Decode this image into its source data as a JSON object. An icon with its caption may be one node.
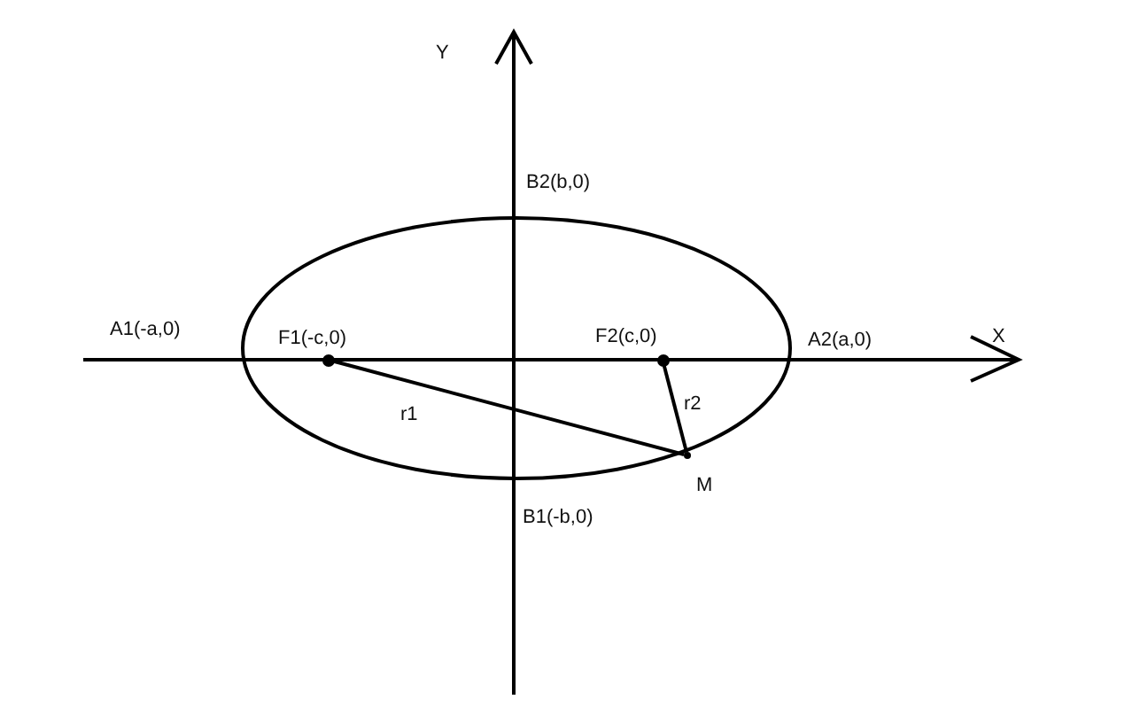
{
  "diagram": {
    "nodes": [
      {
        "text": [],
        "shape": "circle",
        "beside": [
          "F1(-c,0)"
        ]
      },
      {
        "text": [],
        "shape": "circle",
        "beside": [
          "F2(c,0)"
        ]
      },
      {
        "text": [],
        "shape": "circle",
        "beside": [
          "M"
        ]
      }
    ],
    "edges": [
      {
        "from": 0,
        "to": 2,
        "arrow": "none",
        "label": "r1"
      },
      {
        "from": 1,
        "to": 2,
        "arrow": "none",
        "label": "r2"
      }
    ],
    "labels": [
      "Y",
      "B2(b,0)",
      "A1(-a,0)",
      "A2(a,0)",
      "X",
      "B1(-b,0)"
    ]
  }
}
